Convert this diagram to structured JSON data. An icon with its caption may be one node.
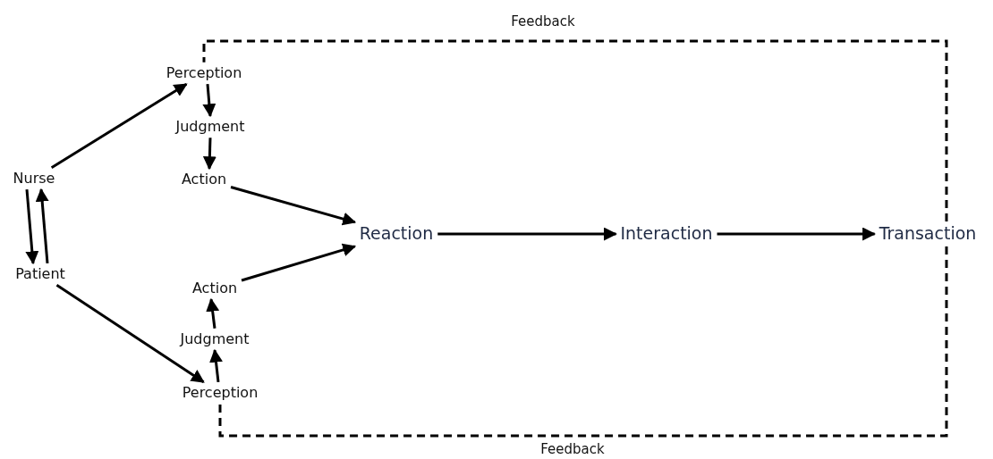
{
  "diagram": {
    "nodes": [
      {
        "text": [
          "Nurse"
        ]
      },
      {
        "text": [
          "Patient"
        ]
      },
      {
        "text": [
          "Perception"
        ]
      },
      {
        "text": [
          "Judgment"
        ]
      },
      {
        "text": [
          "Action"
        ]
      },
      {
        "text": [
          "Action"
        ]
      },
      {
        "text": [
          "Judgment"
        ]
      },
      {
        "text": [
          "Perception"
        ]
      },
      {
        "text": [
          "Reaction"
        ]
      },
      {
        "text": [
          "Interaction"
        ]
      },
      {
        "text": [
          "Transaction"
        ]
      }
    ],
    "edges": [
      {
        "from": 0,
        "to": 1,
        "arrow": "to"
      },
      {
        "from": 1,
        "to": 0,
        "arrow": "to"
      },
      {
        "from": 0,
        "to": 2,
        "arrow": "to"
      },
      {
        "from": 2,
        "to": 3,
        "arrow": "to"
      },
      {
        "from": 3,
        "to": 4,
        "arrow": "to"
      },
      {
        "from": 4,
        "to": 8,
        "arrow": "to"
      },
      {
        "from": 1,
        "to": 7,
        "arrow": "to"
      },
      {
        "from": 7,
        "to": 6,
        "arrow": "to"
      },
      {
        "from": 6,
        "to": 5,
        "arrow": "to"
      },
      {
        "from": 5,
        "to": 8,
        "arrow": "to"
      },
      {
        "from": 8,
        "to": 9,
        "arrow": "to"
      },
      {
        "from": 9,
        "to": 10,
        "arrow": "to"
      },
      {
        "from": 10,
        "to": 2,
        "arrow": "none",
        "style": "dashed",
        "label": "Feedback"
      },
      {
        "from": 10,
        "to": 7,
        "arrow": "none",
        "style": "dashed",
        "label": "Feedback"
      }
    ]
  }
}
